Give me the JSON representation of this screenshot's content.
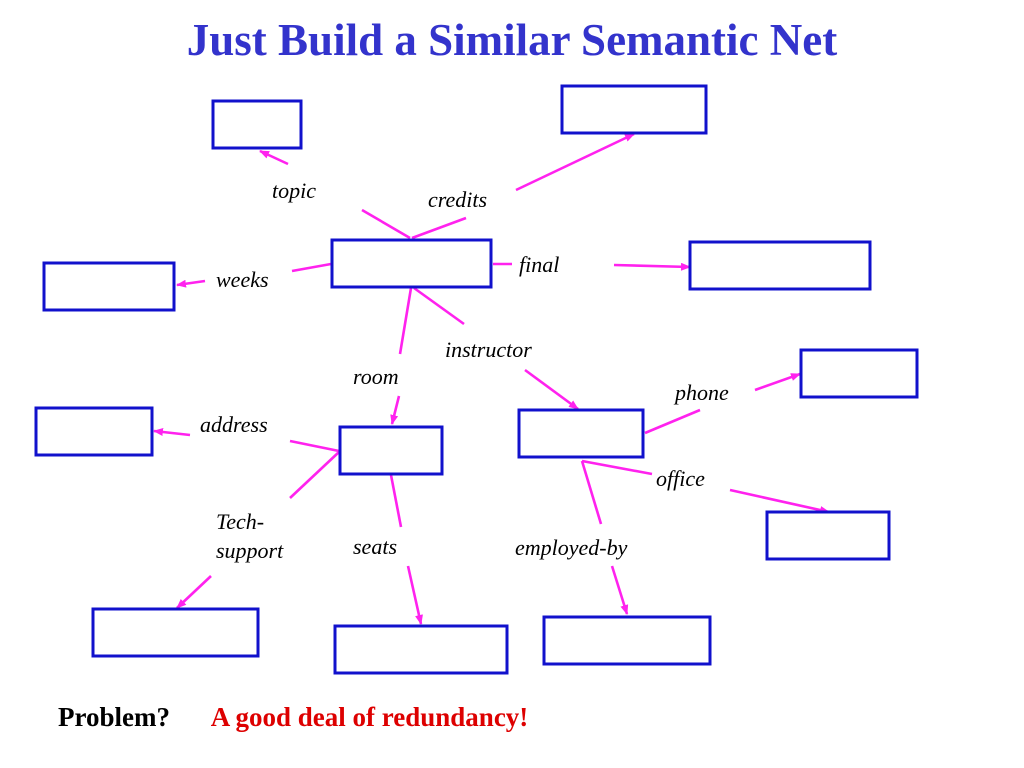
{
  "title": "Just Build a Similar Semantic Net",
  "colors": {
    "title": "#3333cc",
    "node_border": "#1111cc",
    "edge": "#ff22ee",
    "problem_text": "#000000",
    "answer_text": "#dd0000"
  },
  "nodes": [
    {
      "id": "course",
      "label": ""
    },
    {
      "id": "topic-value",
      "label": ""
    },
    {
      "id": "credits-value",
      "label": ""
    },
    {
      "id": "weeks-value",
      "label": ""
    },
    {
      "id": "final-value",
      "label": ""
    },
    {
      "id": "room",
      "label": ""
    },
    {
      "id": "instructor",
      "label": ""
    },
    {
      "id": "phone-value",
      "label": ""
    },
    {
      "id": "address-value",
      "label": ""
    },
    {
      "id": "office-value",
      "label": ""
    },
    {
      "id": "tech-support-value",
      "label": ""
    },
    {
      "id": "seats-value",
      "label": ""
    },
    {
      "id": "employed-by-value",
      "label": ""
    }
  ],
  "edges": [
    {
      "from": "course",
      "to": "topic-value",
      "label": "topic"
    },
    {
      "from": "course",
      "to": "credits-value",
      "label": "credits"
    },
    {
      "from": "course",
      "to": "weeks-value",
      "label": "weeks"
    },
    {
      "from": "course",
      "to": "final-value",
      "label": "final"
    },
    {
      "from": "course",
      "to": "room",
      "label": "room"
    },
    {
      "from": "course",
      "to": "instructor",
      "label": "instructor"
    },
    {
      "from": "instructor",
      "to": "phone-value",
      "label": "phone"
    },
    {
      "from": "instructor",
      "to": "office-value",
      "label": "office"
    },
    {
      "from": "instructor",
      "to": "employed-by-value",
      "label": "employed-by"
    },
    {
      "from": "room",
      "to": "address-value",
      "label": "address"
    },
    {
      "from": "room",
      "to": "tech-support-value",
      "label": "Tech-support",
      "label_lines": [
        "Tech-",
        "support"
      ]
    },
    {
      "from": "room",
      "to": "seats-value",
      "label": "seats"
    }
  ],
  "footer": {
    "problem": "Problem?",
    "answer": "A good deal of redundancy!"
  }
}
